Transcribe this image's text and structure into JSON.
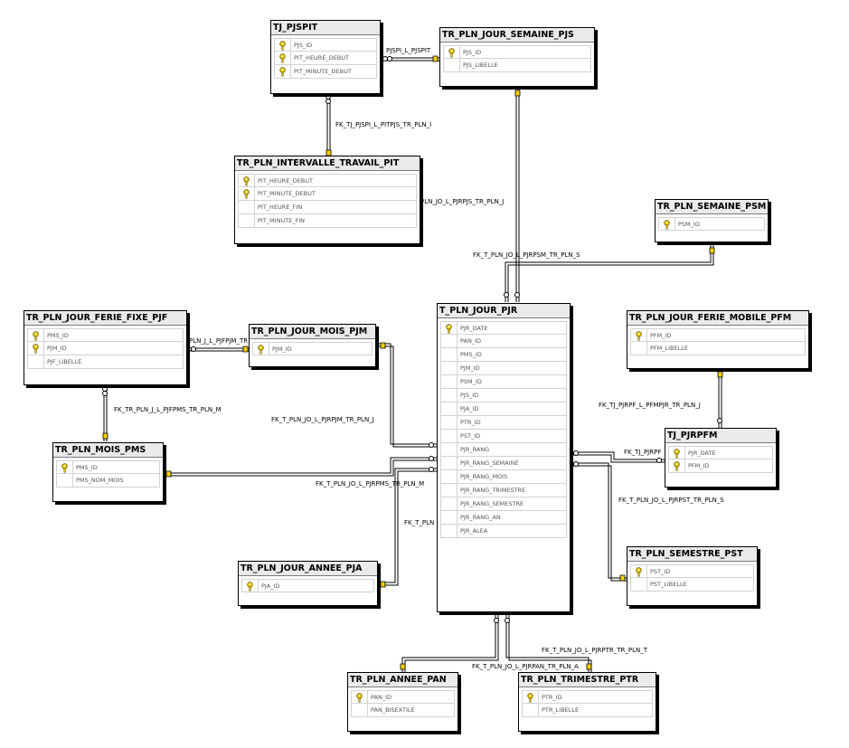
{
  "tables": {
    "tj_pjspit": {
      "name": "TJ_PJSPIT",
      "columns": [
        {
          "name": "PJS_ID",
          "key": true
        },
        {
          "name": "PIT_HEURE_DEBUT",
          "key": true
        },
        {
          "name": "PIT_MINUTE_DEBUT",
          "key": true
        }
      ]
    },
    "tr_pln_jour_semaine_pjs": {
      "name": "TR_PLN_JOUR_SEMAINE_PJS",
      "columns": [
        {
          "name": "PJS_ID",
          "key": true
        },
        {
          "name": "PJS_LIBELLE",
          "key": false
        }
      ]
    },
    "tr_pln_intervalle_travail_pit": {
      "name": "TR_PLN_INTERVALLE_TRAVAIL_PIT",
      "columns": [
        {
          "name": "PIT_HEURE_DEBUT",
          "key": true
        },
        {
          "name": "PIT_MINUTE_DEBUT",
          "key": true
        },
        {
          "name": "PIT_HEURE_FIN",
          "key": false
        },
        {
          "name": "PIT_MINUTE_FIN",
          "key": false
        }
      ]
    },
    "tr_pln_semaine_psm": {
      "name": "TR_PLN_SEMAINE_PSM",
      "columns": [
        {
          "name": "PSM_ID",
          "key": true
        }
      ]
    },
    "tr_pln_jour_ferie_fixe_pjf": {
      "name": "TR_PLN_JOUR_FERIE_FIXE_PJF",
      "columns": [
        {
          "name": "PMS_ID",
          "key": true
        },
        {
          "name": "PJM_ID",
          "key": true
        },
        {
          "name": "PJF_LIBELLE",
          "key": false
        }
      ]
    },
    "tr_pln_jour_mois_pjm": {
      "name": "TR_PLN_JOUR_MOIS_PJM",
      "columns": [
        {
          "name": "PJM_ID",
          "key": true
        }
      ]
    },
    "t_pln_jour_pjr": {
      "name": "T_PLN_JOUR_PJR",
      "columns": [
        {
          "name": "PJR_DATE",
          "key": true
        },
        {
          "name": "PAN_ID",
          "key": false
        },
        {
          "name": "PMS_ID",
          "key": false
        },
        {
          "name": "PJM_ID",
          "key": false
        },
        {
          "name": "PSM_ID",
          "key": false
        },
        {
          "name": "PJS_ID",
          "key": false
        },
        {
          "name": "PJA_ID",
          "key": false
        },
        {
          "name": "PTR_ID",
          "key": false
        },
        {
          "name": "PST_ID",
          "key": false
        },
        {
          "name": "PJR_RANG",
          "key": false
        },
        {
          "name": "PJR_RANG_SEMAINE",
          "key": false
        },
        {
          "name": "PJR_RANG_MOIS",
          "key": false
        },
        {
          "name": "PJR_RANG_TRIMESTRE",
          "key": false
        },
        {
          "name": "PJR_RANG_SEMESTRE",
          "key": false
        },
        {
          "name": "PJR_RANG_AN",
          "key": false
        },
        {
          "name": "PJR_ALEA",
          "key": false
        }
      ]
    },
    "tr_pln_jour_ferie_mobile_pfm": {
      "name": "TR_PLN_JOUR_FERIE_MOBILE_PFM",
      "columns": [
        {
          "name": "PFM_ID",
          "key": true
        },
        {
          "name": "PFM_LIBELLE",
          "key": false
        }
      ]
    },
    "tj_pjrpfm": {
      "name": "TJ_PJRPFM",
      "columns": [
        {
          "name": "PJR_DATE",
          "key": true
        },
        {
          "name": "PFM_ID",
          "key": true
        }
      ]
    },
    "tr_pln_mois_pms": {
      "name": "TR_PLN_MOIS_PMS",
      "columns": [
        {
          "name": "PMS_ID",
          "key": true
        },
        {
          "name": "PMS_NOM_MOIS",
          "key": false
        }
      ]
    },
    "tr_pln_semestre_pst": {
      "name": "TR_PLN_SEMESTRE_PST",
      "columns": [
        {
          "name": "PST_ID",
          "key": true
        },
        {
          "name": "PST_LIBELLE",
          "key": false
        }
      ]
    },
    "tr_pln_jour_annee_pja": {
      "name": "TR_PLN_JOUR_ANNEE_PJA",
      "columns": [
        {
          "name": "PJA_ID",
          "key": true
        }
      ]
    },
    "tr_pln_annee_pan": {
      "name": "TR_PLN_ANNEE_PAN",
      "columns": [
        {
          "name": "PAN_ID",
          "key": true
        },
        {
          "name": "PAN_BISEXTILE",
          "key": false
        }
      ]
    },
    "tr_pln_trimestre_ptr": {
      "name": "TR_PLN_TRIMESTRE_PTR",
      "columns": [
        {
          "name": "PTR_ID",
          "key": true
        },
        {
          "name": "PTR_LIBELLE",
          "key": false
        }
      ]
    }
  },
  "relationships": {
    "pjspi_l_pjspit": "PJSPI_L_PJSPIT",
    "fk_tj_pjspi_l_pitpjs": "FK_TJ_PJSPI_L_PITPJS_TR_PLN_I",
    "pln_jo_l_pjrpjs": "PLN_JO_L_PJRPJS_TR_PLN_J",
    "fk_pjrpsm": "FK_T_PLN_JO_L_PJRPSM_TR_PLN_S",
    "pln_j_l_pjfpjm": "PLN_J_L_PJFPJM_TR",
    "fk_pjfpms": "FK_TR_PLN_J_L_PJFPMS_TR_PLN_M",
    "fk_pjrpjm": "FK_T_PLN_JO_L_PJRPJM_TR_PLN_J",
    "fk_pjrpms": "FK_T_PLN_JO_L_PJRPMS_TR_PLN_M",
    "fk_t_pln_partial": "FK_T_PLN",
    "fk_tj_pjrpfm_pfm": "FK_TJ_PJRPF_L_PFMPJR_TR_PLN_J",
    "fk_tj_pjrpf": "FK_TJ_PJRPF",
    "fk_pjrpst": "FK_T_PLN_JO_L_PJRPST_TR_PLN_S",
    "fk_pjrptr": "FK_T_PLN_JO_L_PJRPTR_TR_PLN_T",
    "fk_pjrpan": "FK_T_PLN_JO_L_PJRPAN_TR_PLN_A"
  }
}
